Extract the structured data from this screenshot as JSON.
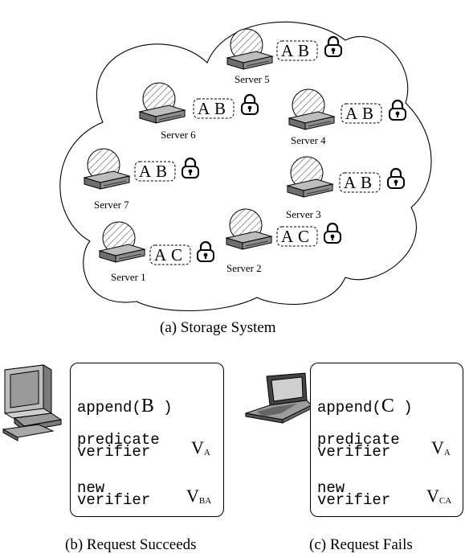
{
  "storage": {
    "caption": "(a) Storage System",
    "servers": [
      {
        "id": "s5",
        "label": "Server 5",
        "left": "A",
        "right": "B"
      },
      {
        "id": "s6",
        "label": "Server 6",
        "left": "A",
        "right": "B"
      },
      {
        "id": "s4",
        "label": "Server 4",
        "left": "A",
        "right": "B"
      },
      {
        "id": "s7",
        "label": "Server 7",
        "left": "A",
        "right": "B"
      },
      {
        "id": "s3",
        "label": "Server 3",
        "left": "A",
        "right": "B"
      },
      {
        "id": "s1",
        "label": "Server 1",
        "left": "A",
        "right": "C"
      },
      {
        "id": "s2",
        "label": "Server 2",
        "left": "A",
        "right": "C"
      }
    ]
  },
  "request_b": {
    "caption": "(b) Request Succeeds",
    "call": "append(",
    "arg": "B",
    "close": ")",
    "pred_line1": "predicate",
    "pred_line2": "verifier",
    "pred_sym": "V",
    "pred_sub": "A",
    "new_line1": "new",
    "new_line2": "verifier",
    "new_sym": "V",
    "new_sub": "BA"
  },
  "request_c": {
    "caption": "(c) Request Fails",
    "call": "append(",
    "arg": "C",
    "close": ")",
    "pred_line1": "predicate",
    "pred_line2": "verifier",
    "pred_sym": "V",
    "pred_sub": "A",
    "new_line1": "new",
    "new_line2": "verifier",
    "new_sym": "V",
    "new_sub": "CA"
  }
}
